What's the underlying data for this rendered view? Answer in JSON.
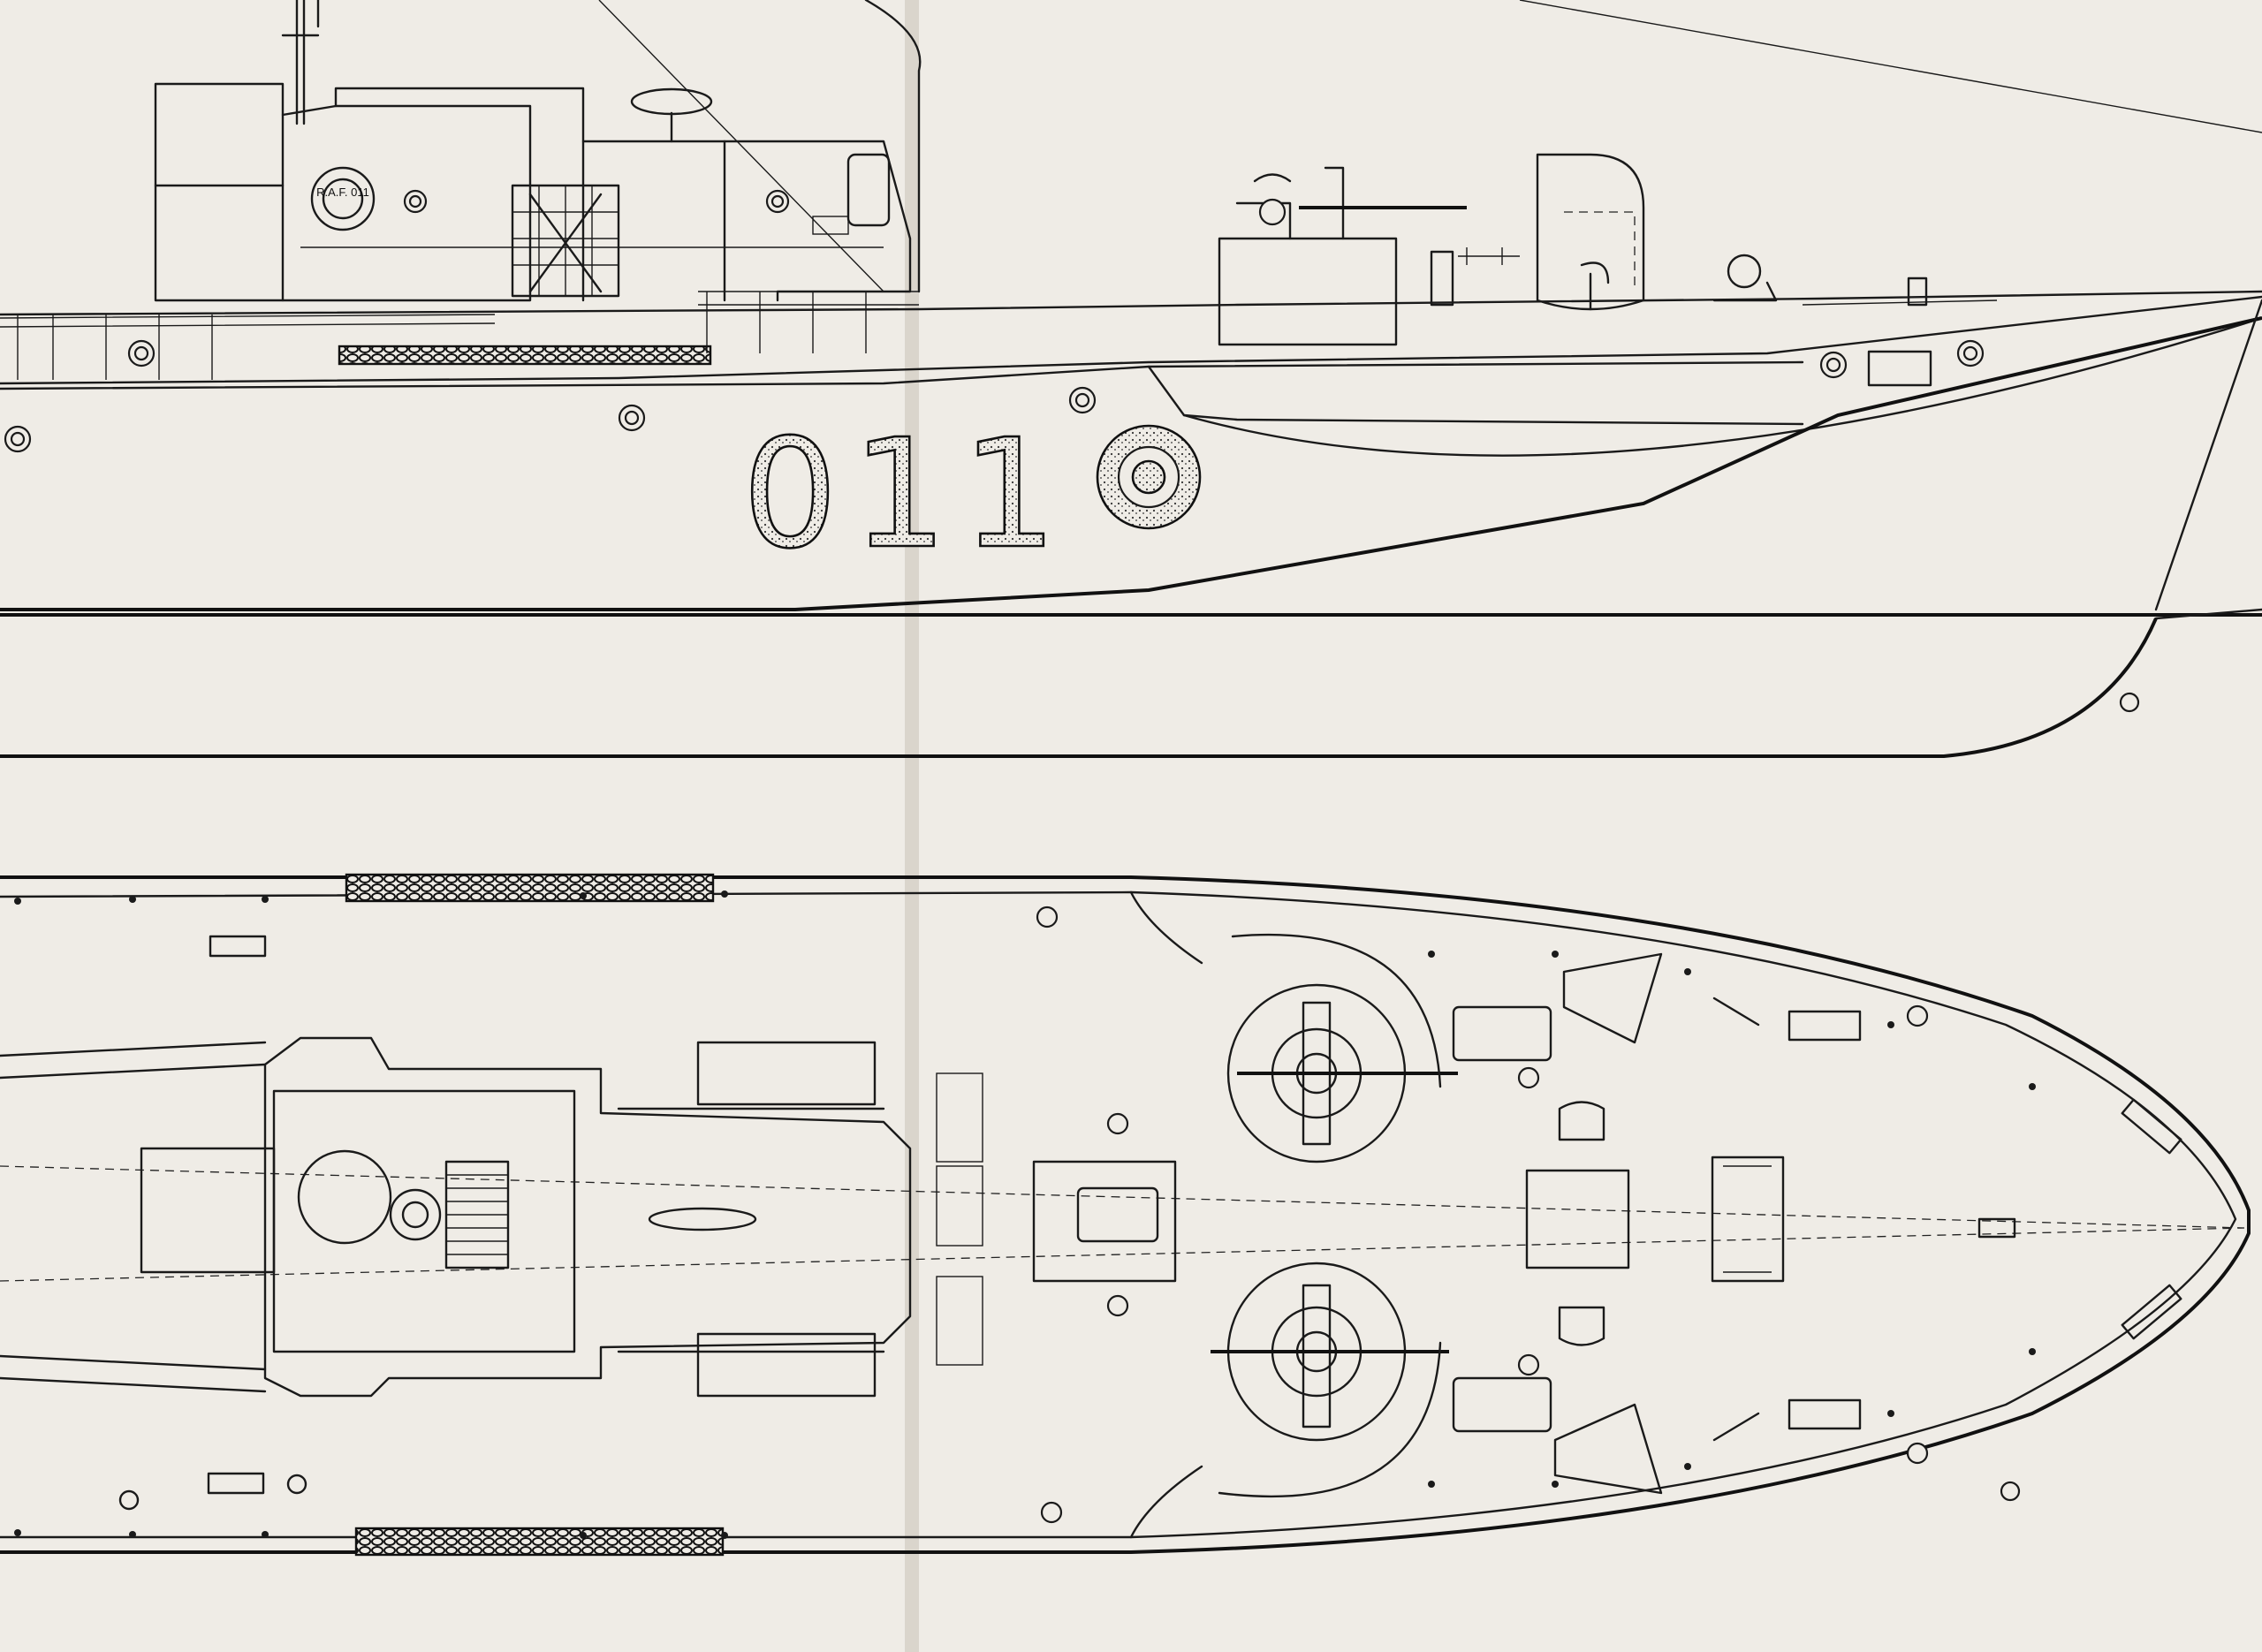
{
  "drawing": {
    "hull_number": "011",
    "lifebuoy_text": "R.A.F. 011",
    "views": [
      {
        "name": "side"
      },
      {
        "name": "plan"
      }
    ]
  },
  "colors": {
    "paper": "#efece6",
    "ink": "#1a1a1a",
    "fold": "#c9c2b6"
  }
}
